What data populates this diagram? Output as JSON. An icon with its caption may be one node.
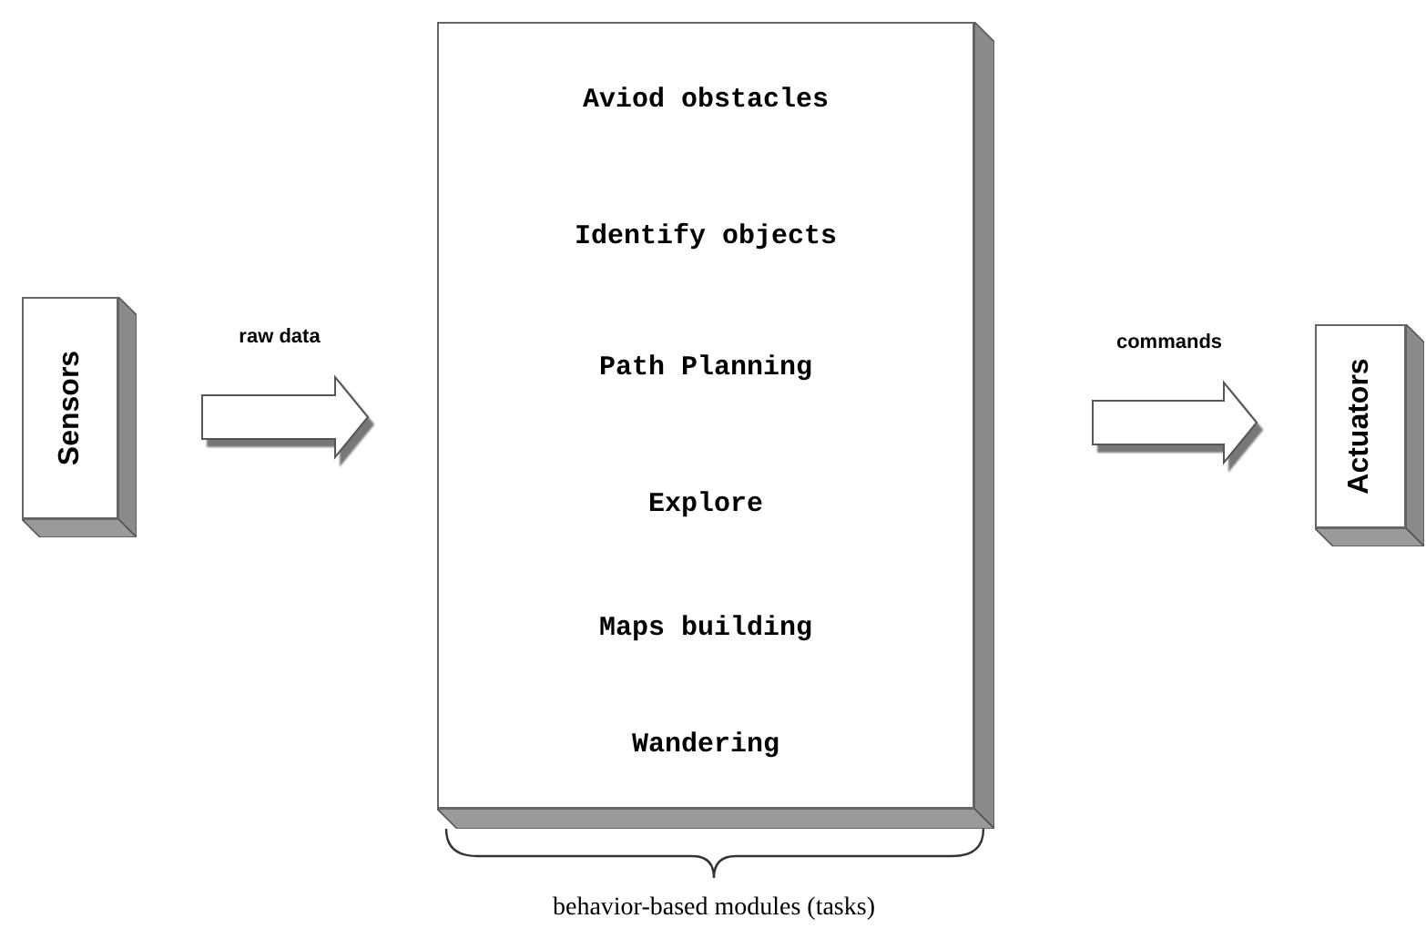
{
  "diagram": {
    "nodes": [
      {
        "text": [
          "Sensors"
        ]
      },
      {
        "text": [
          "Aviod obstacles",
          "Identify objects",
          "Path Planning",
          "Explore",
          "Maps building",
          "Wandering"
        ]
      },
      {
        "text": [
          "Actuators"
        ]
      }
    ],
    "edges": [
      {
        "from": 0,
        "to": 1,
        "arrow": "to",
        "label": "raw data"
      },
      {
        "from": 1,
        "to": 2,
        "arrow": "to",
        "label": "commands"
      }
    ],
    "labels": [
      "behavior-based modules (tasks)"
    ]
  }
}
